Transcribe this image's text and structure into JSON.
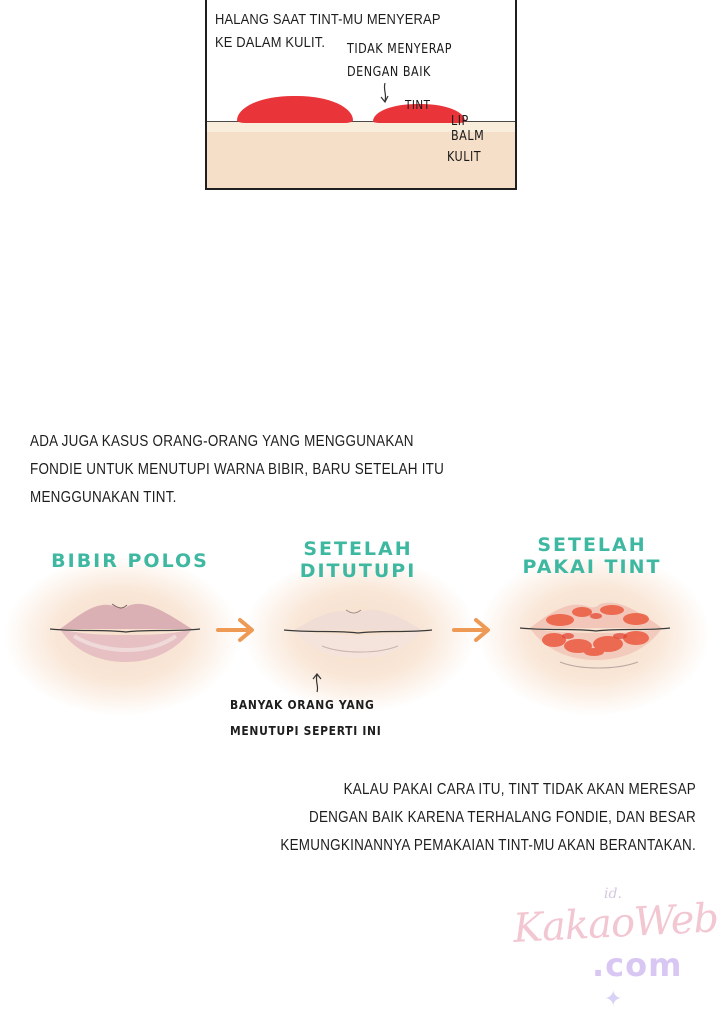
{
  "panel": {
    "caption_line1": "HALANG SAAT TINT-MU MENYERAP",
    "caption_line2": "KE DALAM KULIT.",
    "note_line1": "TIDAK MENYERAP",
    "note_line2": "DENGAN BAIK",
    "label_tint": "TINT",
    "label_lipbalm": "LIP BALM",
    "label_skin": "KULIT"
  },
  "intro": {
    "line1": "ADA JUGA KASUS ORANG-ORANG YANG MENGGUNAKAN",
    "line2": "FONDIE UNTUK MENUTUPI WARNA BIBIR, BARU SETELAH ITU",
    "line3": "MENGGUNAKAN TINT."
  },
  "stages": [
    {
      "line1": "BIBIR POLOS",
      "line2": ""
    },
    {
      "line1": "SETELAH",
      "line2": "DITUTUPI"
    },
    {
      "line1": "SETELAH",
      "line2": "PAKAI TINT"
    }
  ],
  "note": {
    "line1": "BANYAK ORANG YANG",
    "line2": "MENUTUPI SEPERTI INI"
  },
  "conclusion": {
    "line1": "KALAU PAKAI CARA ITU, TINT TIDAK AKAN MERESAP",
    "line2": "DENGAN BAIK KARENA TERHALANG FONDIE, DAN BESAR",
    "line3": "KEMUNGKINANNYA PEMAKAIAN TINT-MU AKAN BERANTAKAN."
  },
  "watermark": {
    "id": "id.",
    "brand": "KakaoWebtoon",
    "domain": ".com",
    "icon": "star-icon"
  },
  "colors": {
    "title_teal": "#3fb8a2",
    "tint_red": "#e9343a",
    "arrow_orange": "#ee9a55",
    "skin": "#f6dfc8"
  }
}
